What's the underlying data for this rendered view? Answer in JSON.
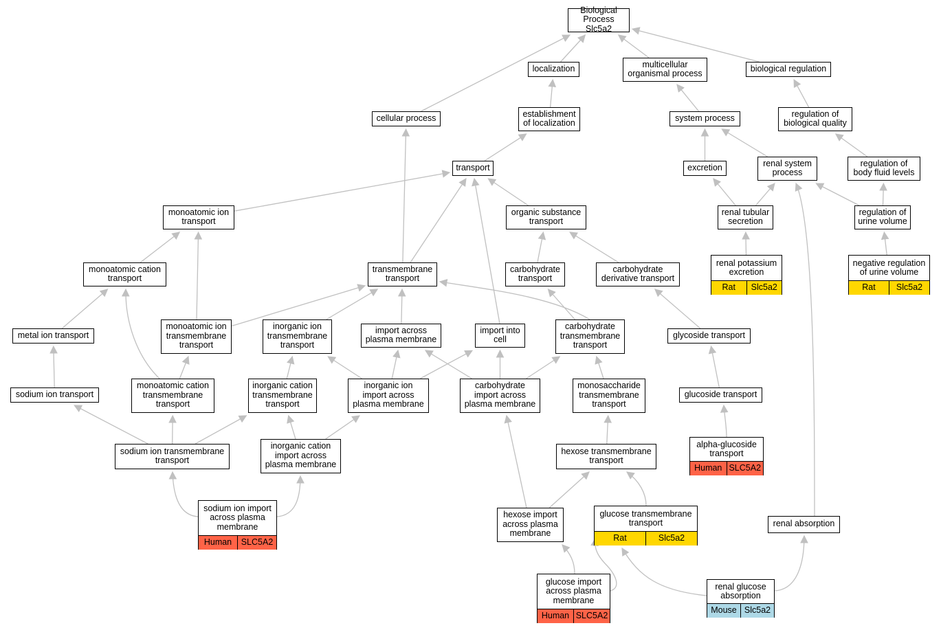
{
  "colors": {
    "human": "#FF6347",
    "rat": "#FFD700",
    "mouse": "#ADD8E6",
    "edge": "#c0c0c0"
  },
  "nodes": {
    "root": "Biological Process\nSlc5a2",
    "localization": "localization",
    "multicellular": "multicellular\norganismal process",
    "bioreg": "biological regulation",
    "cellular": "cellular process",
    "establishment": "establishment\nof localization",
    "sysproc": "system process",
    "regbioqual": "regulation of\nbiological quality",
    "transport": "transport",
    "excretion": "excretion",
    "renalsys": "renal system\nprocess",
    "regfluid": "regulation of\nbody fluid levels",
    "monoion": "monoatomic ion\ntransport",
    "orgsub": "organic substance\ntransport",
    "renaltub": "renal tubular\nsecretion",
    "regurine": "regulation of\nurine volume",
    "monocation": "monoatomic cation\ntransport",
    "tmtransport": "transmembrane\ntransport",
    "carbtransport": "carbohydrate\ntransport",
    "carbderiv": "carbohydrate\nderivative transport",
    "renalK": "renal potassium\nexcretion",
    "negreg": "negative regulation\nof urine volume",
    "metalion": "metal ion transport",
    "monoiontm": "monoatomic ion\ntransmembrane\ntransport",
    "inorgiontm": "inorganic ion\ntransmembrane\ntransport",
    "importpm": "import across\nplasma membrane",
    "importcell": "import into\ncell",
    "carbtm": "carbohydrate\ntransmembrane\ntransport",
    "glycoside": "glycoside transport",
    "sodiumion": "sodium ion transport",
    "monocattm": "monoatomic cation\ntransmembrane\ntransport",
    "inorgcattm": "inorganic cation\ntransmembrane\ntransport",
    "inorgionimp": "inorganic ion\nimport across\nplasma membrane",
    "carbimp": "carbohydrate\nimport across\nplasma membrane",
    "monosacc": "monosaccharide\ntransmembrane\ntransport",
    "glucoside": "glucoside transport",
    "sodiumtm": "sodium ion transmembrane\ntransport",
    "inorgcatimp": "inorganic cation\nimport across\nplasma membrane",
    "hexosetm": "hexose transmembrane\ntransport",
    "alphagluc": "alpha-glucoside\ntransport",
    "sodiumimp": "sodium ion import\nacross plasma\nmembrane",
    "hexoseimp": "hexose import\nacross plasma\nmembrane",
    "glucosetm": "glucose transmembrane\ntransport",
    "renalabs": "renal absorption",
    "glucoseimp": "glucose import\nacross plasma\nmembrane",
    "renalgluc": "renal glucose\nabsorption"
  },
  "tags": {
    "renalK": [
      "Rat",
      "Slc5a2"
    ],
    "negreg": [
      "Rat",
      "Slc5a2"
    ],
    "alphagluc": [
      "Human",
      "SLC5A2"
    ],
    "sodiumimp": [
      "Human",
      "SLC5A2"
    ],
    "glucosetm": [
      "Rat",
      "Slc5a2"
    ],
    "glucoseimp": [
      "Human",
      "SLC5A2"
    ],
    "renalgluc": [
      "Mouse",
      "Slc5a2"
    ]
  },
  "tag_species_color": {
    "renalK": "rat",
    "negreg": "rat",
    "alphagluc": "human",
    "sodiumimp": "human",
    "glucosetm": "rat",
    "glucoseimp": "human",
    "renalgluc": "mouse"
  }
}
